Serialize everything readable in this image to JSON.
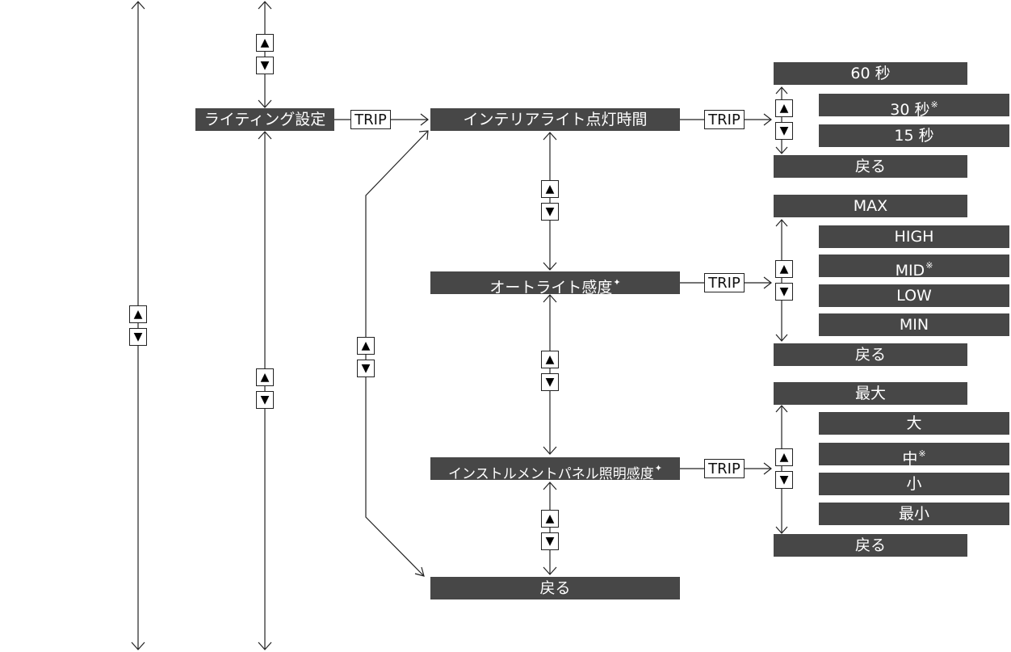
{
  "main": {
    "label": "ライティング設定",
    "trip": "TRIP"
  },
  "branches": [
    {
      "label": "インテリアライト点灯時間",
      "trip": "TRIP",
      "options": [
        {
          "label": "60 秒",
          "mark": ""
        },
        {
          "label": "30 秒",
          "mark": "※"
        },
        {
          "label": "15 秒",
          "mark": ""
        }
      ],
      "back": "戻る"
    },
    {
      "label": "オートライト感度",
      "mark": "✦",
      "trip": "TRIP",
      "options": [
        {
          "label": "MAX",
          "mark": ""
        },
        {
          "label": "HIGH",
          "mark": ""
        },
        {
          "label": "MID",
          "mark": "※"
        },
        {
          "label": "LOW",
          "mark": ""
        },
        {
          "label": "MIN",
          "mark": ""
        }
      ],
      "back": "戻る"
    },
    {
      "label": "インストルメントパネル照明感度",
      "mark": "✦",
      "trip": "TRIP",
      "options": [
        {
          "label": "最大",
          "mark": ""
        },
        {
          "label": "大",
          "mark": ""
        },
        {
          "label": "中",
          "mark": "※"
        },
        {
          "label": "小",
          "mark": ""
        },
        {
          "label": "最小",
          "mark": ""
        }
      ],
      "back": "戻る"
    }
  ],
  "back": "戻る",
  "icons": {
    "up": "▲",
    "down": "▼"
  }
}
